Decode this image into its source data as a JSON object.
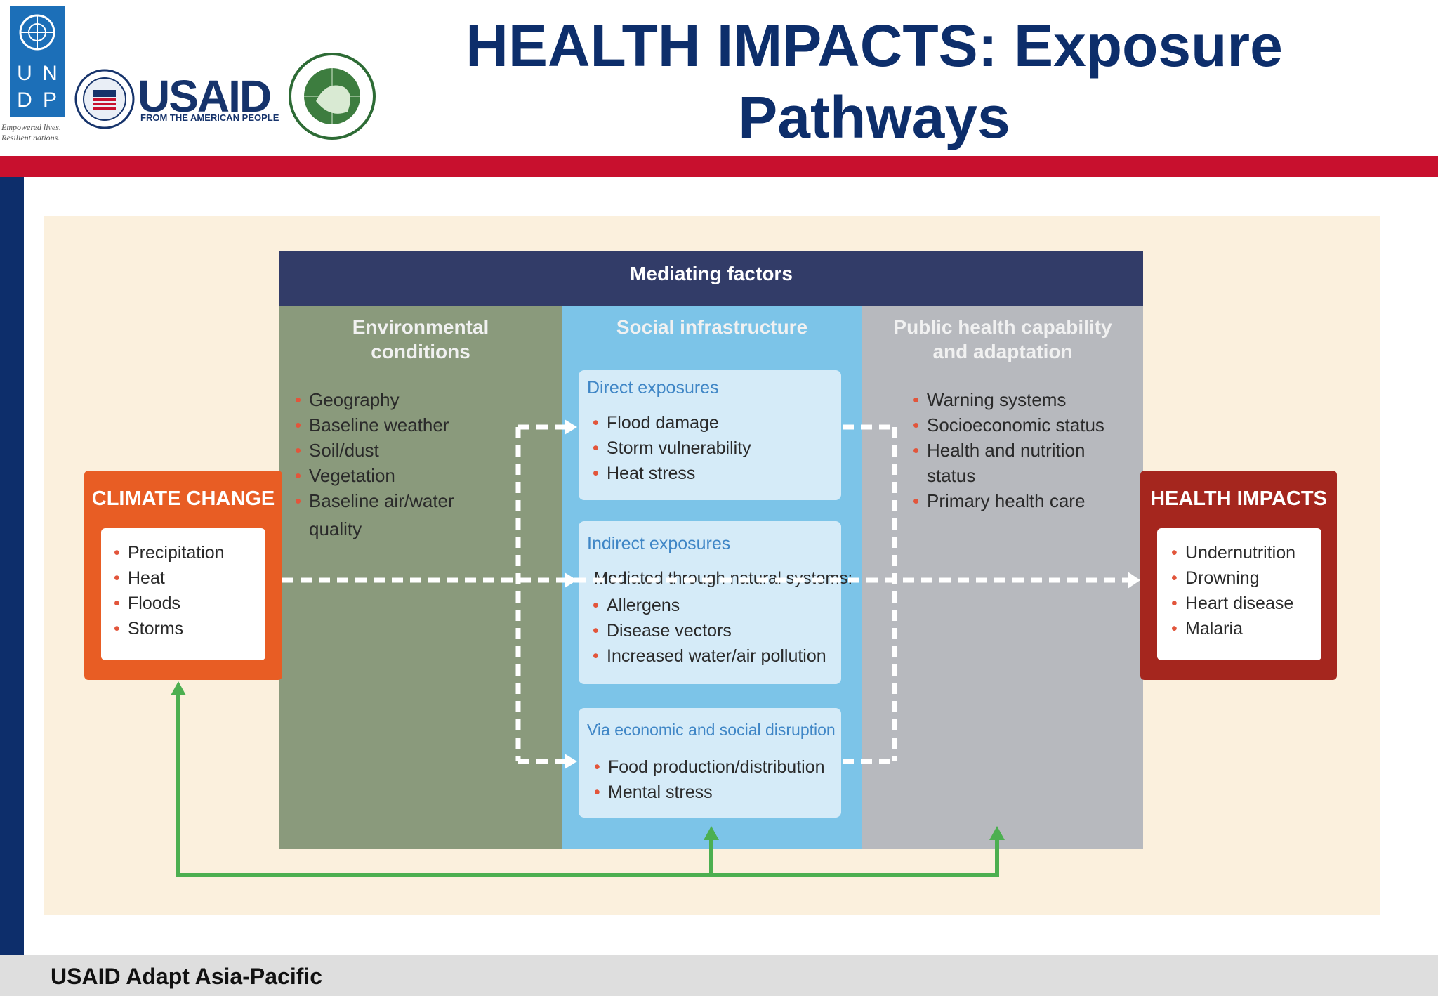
{
  "header": {
    "title_line1": "HEALTH IMPACTS: Exposure",
    "title_line2": "Pathways",
    "undp_letters": [
      "U",
      "N",
      "D",
      "P"
    ],
    "undp_tagline_1": "Empowered lives.",
    "undp_tagline_2": "Resilient nations.",
    "usaid_wordmark": "USAID",
    "usaid_subtext": "FROM THE AMERICAN PEOPLE"
  },
  "diagram": {
    "mediating_title": "Mediating factors",
    "environmental": {
      "heading_1": "Environmental",
      "heading_2": "conditions",
      "items": [
        "Geography",
        "Baseline weather",
        "Soil/dust",
        "Vegetation",
        "Baseline air/water",
        "quality"
      ]
    },
    "social": {
      "heading": "Social infrastructure",
      "direct": {
        "title": "Direct exposures",
        "items": [
          "Flood damage",
          "Storm vulnerability",
          "Heat stress"
        ]
      },
      "indirect": {
        "title": "Indirect exposures",
        "intro": "Mediated through natural systems:",
        "items": [
          "Allergens",
          "Disease vectors",
          "Increased water/air pollution"
        ]
      },
      "disruption": {
        "title": "Via economic and social disruption",
        "items": [
          "Food production/distribution",
          "Mental stress"
        ]
      }
    },
    "public_health": {
      "heading_1": "Public health capability",
      "heading_2": "and adaptation",
      "items": [
        "Warning systems",
        "Socioeconomic status",
        "Health and nutrition status",
        "Primary health care"
      ]
    },
    "climate_change": {
      "title": "CLIMATE CHANGE",
      "items": [
        "Precipitation",
        "Heat",
        "Floods",
        "Storms"
      ]
    },
    "health_impacts": {
      "title": "HEALTH IMPACTS",
      "items": [
        "Undernutrition",
        "Drowning",
        "Heart disease",
        "Malaria"
      ]
    }
  },
  "colors": {
    "title_navy": "#0d2e6b",
    "accent_red": "#c8102e",
    "climate_orange": "#e85d24",
    "health_red": "#a5261e",
    "feedback_green": "#4caf50"
  },
  "footer": {
    "text": "USAID Adapt Asia-Pacific"
  }
}
